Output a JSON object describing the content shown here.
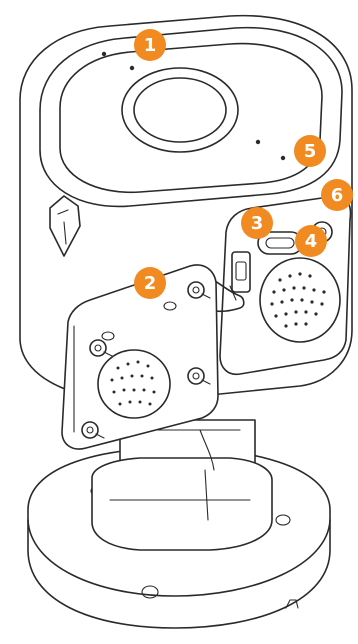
{
  "accent_color": "#f08a21",
  "line_color": "#2a2a2a",
  "callouts": [
    {
      "id": "1",
      "label": "1"
    },
    {
      "id": "2",
      "label": "2"
    },
    {
      "id": "3",
      "label": "3"
    },
    {
      "id": "4",
      "label": "4"
    },
    {
      "id": "5",
      "label": "5"
    },
    {
      "id": "6",
      "label": "6"
    }
  ]
}
